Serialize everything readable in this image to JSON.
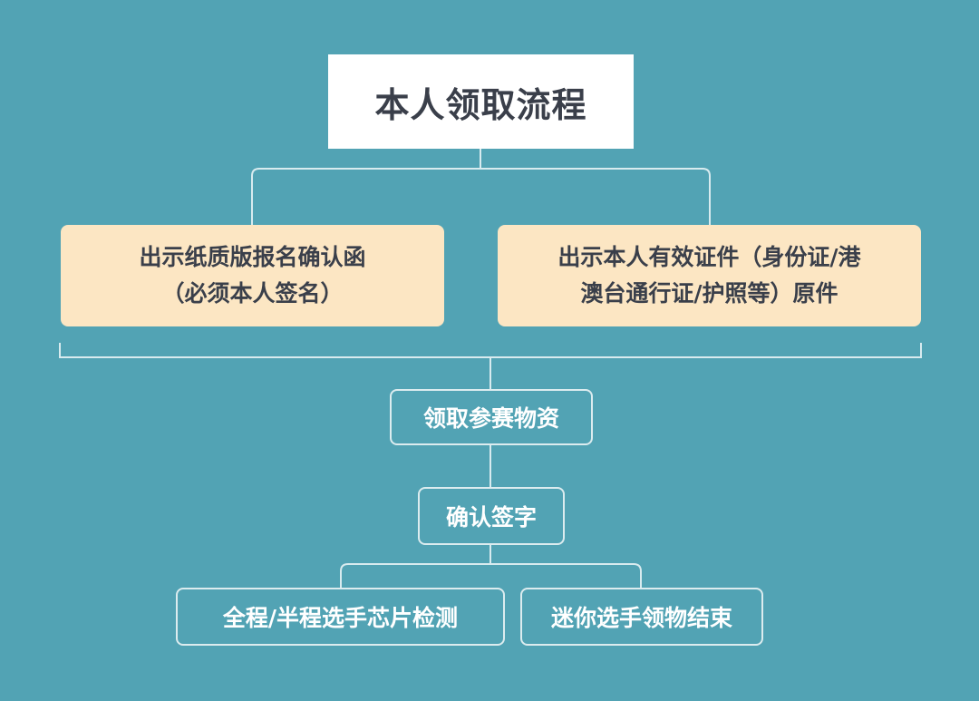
{
  "title": "本人领取流程",
  "requirements": [
    {
      "line1": "出示纸质版报名确认函",
      "line2": "（必须本人签名）"
    },
    {
      "line1": "出示本人有效证件（身份证/港",
      "line2": "澳台通行证/护照等）原件"
    }
  ],
  "steps": {
    "collect": "领取参赛物资",
    "sign": "确认签字",
    "chip_check": "全程/半程选手芯片检测",
    "mini_end": "迷你选手领物结束"
  },
  "colors": {
    "background": "#52A3B4",
    "title_box": "#FFFFFF",
    "requirement_box": "#FCE6C3",
    "connector": "#D8EBEF"
  }
}
